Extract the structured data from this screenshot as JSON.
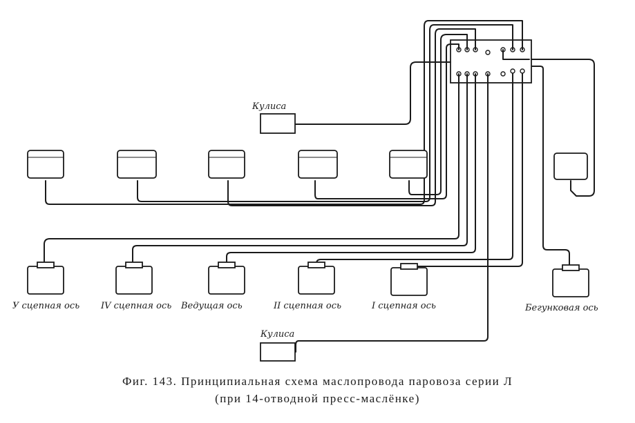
{
  "labels": {
    "kulisa_top": "Кулиса",
    "kulisa_bottom": "Кулиса",
    "axle_5": "У сцепная ось",
    "axle_4": "IV сцепная ось",
    "axle_drive": "Ведущая ось",
    "axle_2": "II сцепная ось",
    "axle_1": "I сцепная ось",
    "axle_front": "Бегунковая ось"
  },
  "caption": {
    "line1": "Фиг. 143. Принципиальная схема маслопровода паровоза серии Л",
    "line2": "(при 14-отводной пресс-маслёнке)"
  }
}
